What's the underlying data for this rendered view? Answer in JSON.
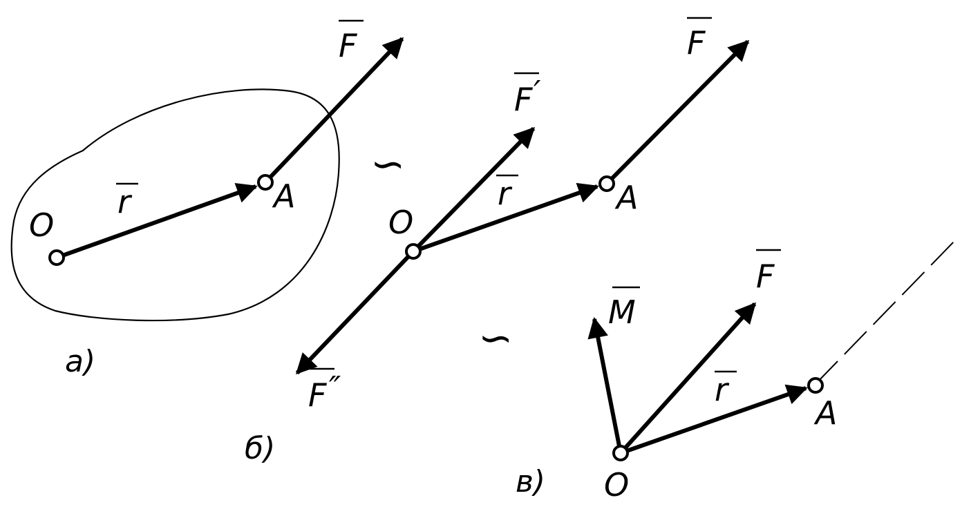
{
  "diagram": {
    "panel_a": {
      "caption": "а)",
      "point_o": "O",
      "point_a": "A",
      "vector_r": "r",
      "vector_f": "F"
    },
    "equiv_1": "∽",
    "panel_b": {
      "caption": "б)",
      "point_o": "O",
      "point_a": "A",
      "vector_r": "r",
      "vector_f": "F",
      "vector_f_prime": "F",
      "prime": "′",
      "vector_f_double_prime": "F",
      "double_prime": "″"
    },
    "equiv_2": "∽",
    "panel_c": {
      "caption": "в)",
      "point_o": "O",
      "point_a": "A",
      "vector_r": "r",
      "vector_f": "F",
      "vector_m": "M"
    }
  }
}
